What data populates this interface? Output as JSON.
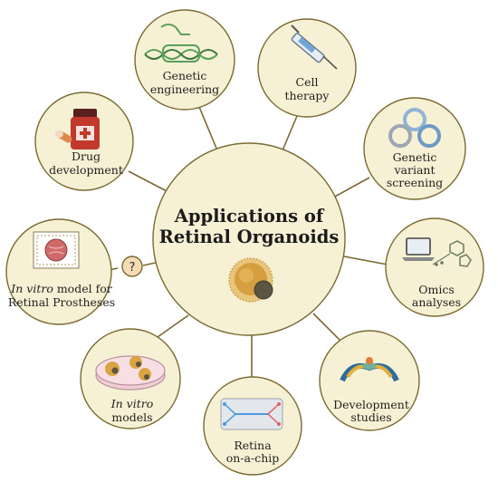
{
  "title": [
    "Applications of",
    "Retinal Organoids"
  ],
  "colors": {
    "node_fill": "#f6f1d4",
    "node_stroke": "#7a6a32",
    "spoke": "#7a6a32",
    "organoid": "#d9a441"
  },
  "nodes": [
    {
      "id": "genetic-engineering",
      "icon": "dna-plasmid-icon",
      "lines": [
        "Genetic",
        "engineering"
      ]
    },
    {
      "id": "cell-therapy",
      "icon": "syringe-icon",
      "lines": [
        "Cell",
        "therapy"
      ]
    },
    {
      "id": "genetic-variant-screening",
      "icon": "rings-icon",
      "lines": [
        "Genetic",
        "variant",
        "screening"
      ]
    },
    {
      "id": "omics-analyses",
      "icon": "laptop-molecule-icon",
      "lines": [
        "Omics",
        "analyses"
      ]
    },
    {
      "id": "development-studies",
      "icon": "embryo-section-icon",
      "lines": [
        "Development",
        "studies"
      ]
    },
    {
      "id": "retina-on-a-chip",
      "icon": "microfluidic-chip-icon",
      "lines": [
        "Retina",
        "on-a-chip"
      ]
    },
    {
      "id": "in-vitro-models",
      "icon": "petri-dish-icon",
      "line1_italic": "In vitro",
      "line2": "models"
    },
    {
      "id": "in-vitro-prostheses",
      "icon": "retinal-implant-icon",
      "line1_italic": "In vitro",
      "line1_rest": " model for",
      "line2": "Retinal Prostheses"
    },
    {
      "id": "drug-development",
      "icon": "pill-bottle-icon",
      "lines": [
        "Drug",
        "development"
      ]
    }
  ],
  "question_marker": "?"
}
